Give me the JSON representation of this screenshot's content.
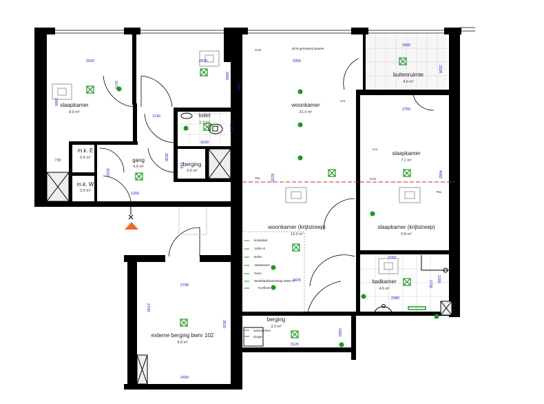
{
  "rooms": [
    {
      "name": "slaapkamer",
      "area": "8.9 m²"
    },
    {
      "name": "toilet",
      "area": "1.7 m²"
    },
    {
      "name": "m.k. E",
      "area": "0.6 m²"
    },
    {
      "name": "m.k. W",
      "area": "0.5 m²"
    },
    {
      "name": "gang",
      "area": "4.9 m²"
    },
    {
      "name": "berging",
      "area": "0.6 m²"
    },
    {
      "name": "woonkamer",
      "area": "21.0 m²"
    },
    {
      "name": "buitenruimte",
      "area": "4.0 m²"
    },
    {
      "name": "slaapkamer",
      "area": "7.1 m²"
    },
    {
      "name": "woonkamer (krijtstreep)",
      "area": "13.3 m²"
    },
    {
      "name": "slaapkamer (krijtstreep)",
      "area": "5.8 m²"
    },
    {
      "name": "badkamer",
      "area": "4.6 m²"
    },
    {
      "name": "berging",
      "area": "3.3 m²"
    },
    {
      "name": "externe berging bwnr 102",
      "area": "9.8 m²"
    }
  ],
  "dims": [
    "2620",
    "2830",
    "3356",
    "2580",
    "1528",
    "2750",
    "1130",
    "1630",
    "730",
    "1300",
    "3175",
    "3905",
    "2895",
    "1950",
    "1070",
    "2630",
    "1610",
    "950",
    "8220",
    "4082",
    "3425",
    "2750",
    "1395",
    "1735",
    "2380",
    "3120",
    "1060",
    "2798",
    "2700",
    "3620",
    "2490"
  ],
  "annotations": {
    "panel": "dicht geïsoleerd paneel",
    "co2_a": "CO2",
    "co2_b": "CO2",
    "cai_a": "CAI",
    "cai_b": "CAI",
    "tel_a": "TEL",
    "tel_b": "TEL"
  },
  "kitchen_outlets": [
    "kookplaat",
    "1200+vl",
    "Boiler",
    "Vaatwasser",
    "Oven",
    "Werkblad/wasemkap 2000+vl",
    "Koelkast"
  ],
  "storage_outlets": [
    "wasmachine",
    "droger"
  ],
  "colors": {
    "walls": "#000000",
    "electrical": "#1a9a1a",
    "dimensions": "#1a1acc",
    "section_line": "#dd2222",
    "entrance_marker": "#f06a1e"
  }
}
